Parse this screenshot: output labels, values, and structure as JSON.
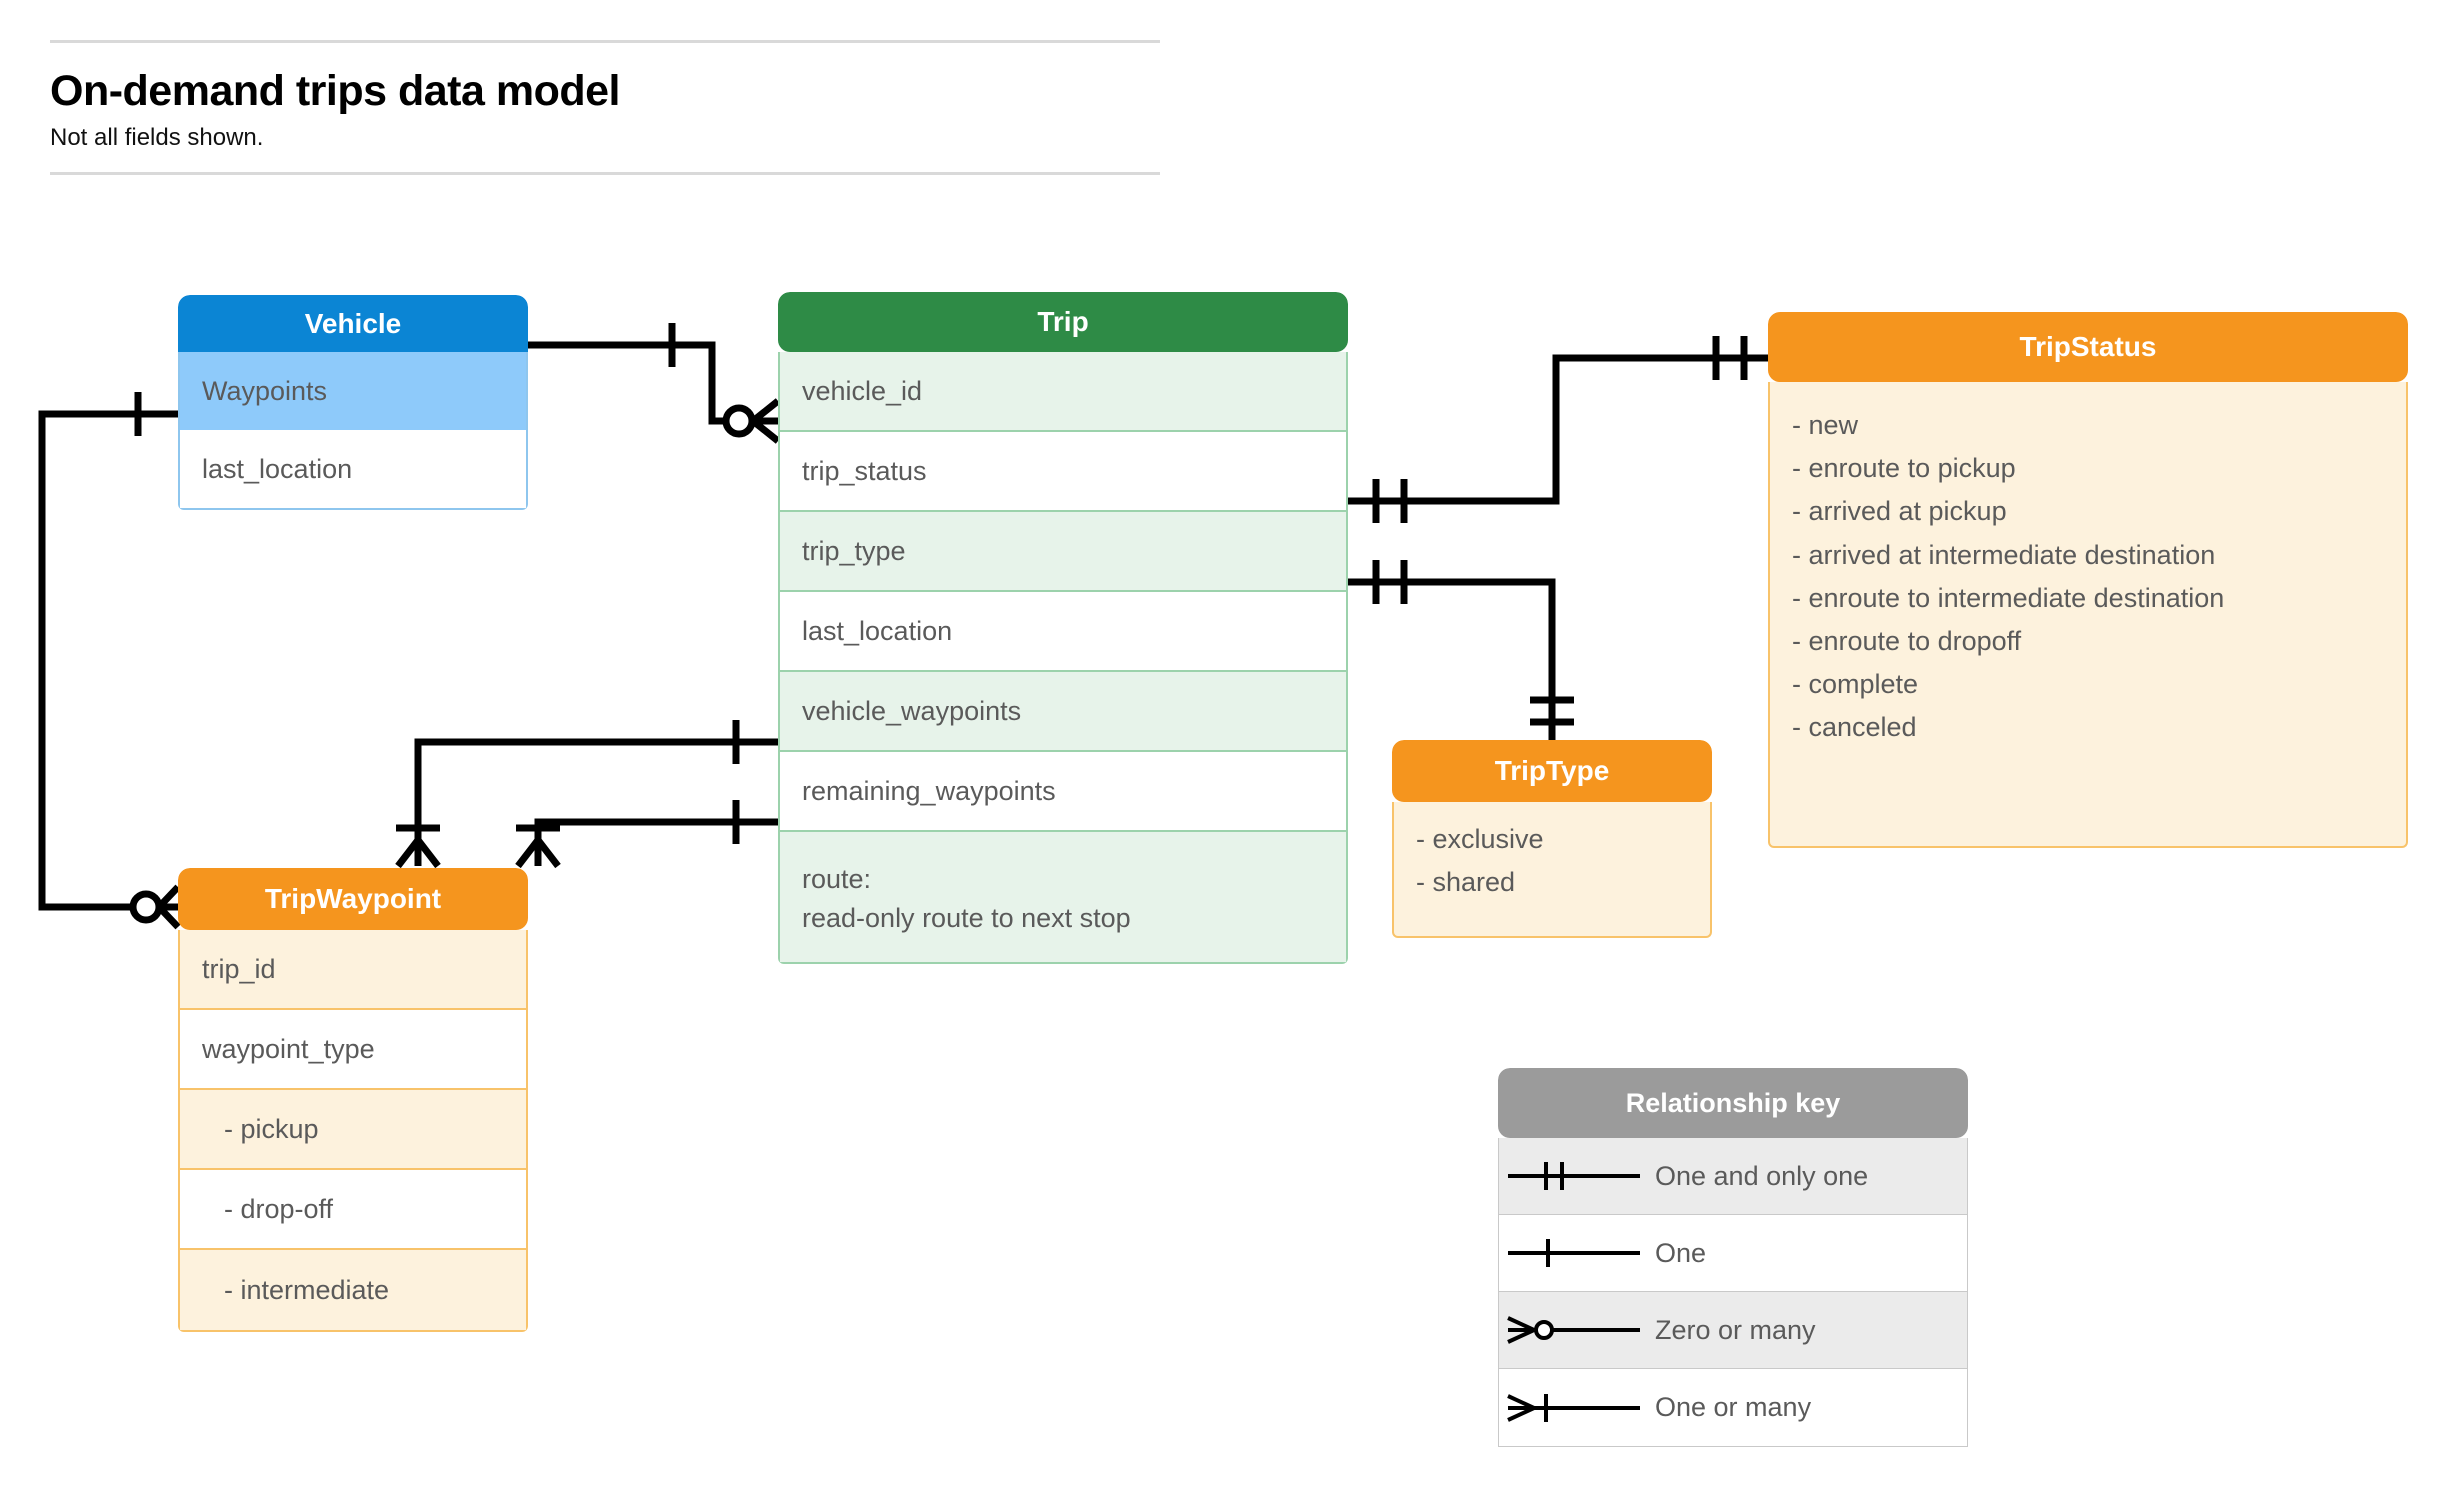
{
  "header": {
    "title": "On-demand trips data model",
    "subtitle": "Not all fields shown."
  },
  "entities": {
    "vehicle": {
      "name": "Vehicle",
      "header_color": "#0B85D4",
      "fields": [
        "Waypoints",
        "last_location"
      ]
    },
    "trip": {
      "name": "Trip",
      "header_color": "#2E8B46",
      "fields": [
        "vehicle_id",
        "trip_status",
        "trip_type",
        "last_location",
        "vehicle_waypoints",
        "remaining_waypoints"
      ],
      "route_label": "route:",
      "route_desc": "read-only route to next stop"
    },
    "trip_waypoint": {
      "name": "TripWaypoint",
      "header_color": "#F5951E",
      "fields": [
        "trip_id",
        "waypoint_type"
      ],
      "waypoint_types": [
        "-  pickup",
        "-  drop-off",
        "-  intermediate"
      ]
    },
    "trip_status": {
      "name": "TripStatus",
      "header_color": "#F5951E",
      "values": [
        "- new",
        "- enroute to pickup",
        "- arrived at pickup",
        "- arrived at intermediate destination",
        "- enroute to intermediate destination",
        "- enroute to dropoff",
        "- complete",
        "- canceled"
      ]
    },
    "trip_type": {
      "name": "TripType",
      "header_color": "#F5951E",
      "values": [
        "- exclusive",
        "- shared"
      ]
    }
  },
  "legend": {
    "title": "Relationship key",
    "header_color": "#9B9B9B",
    "rows": [
      {
        "symbol": "one-and-only-one-icon",
        "label": "One and only one"
      },
      {
        "symbol": "one-icon",
        "label": "One"
      },
      {
        "symbol": "zero-or-many-icon",
        "label": "Zero or many"
      },
      {
        "symbol": "one-or-many-icon",
        "label": "One or many"
      }
    ]
  },
  "relationships": [
    {
      "from": "Vehicle.Waypoints",
      "to": "TripWaypoint",
      "from_card": "one-icon",
      "to_card": "zero-or-many-icon"
    },
    {
      "from": "Vehicle",
      "to": "Trip.vehicle_id",
      "from_card": "one-icon",
      "to_card": "zero-or-many-icon"
    },
    {
      "from": "Trip.trip_status",
      "to": "TripStatus",
      "from_card": "one-and-only-one-icon",
      "to_card": "one-and-only-one-icon"
    },
    {
      "from": "Trip.trip_type",
      "to": "TripType",
      "from_card": "one-and-only-one-icon",
      "to_card": "one-and-only-one-icon"
    },
    {
      "from": "Trip.vehicle_waypoints",
      "to": "TripWaypoint",
      "from_card": "one-icon",
      "to_card": "one-or-many-icon"
    },
    {
      "from": "Trip.remaining_waypoints",
      "to": "TripWaypoint",
      "from_card": "one-icon",
      "to_card": "one-or-many-icon"
    }
  ]
}
